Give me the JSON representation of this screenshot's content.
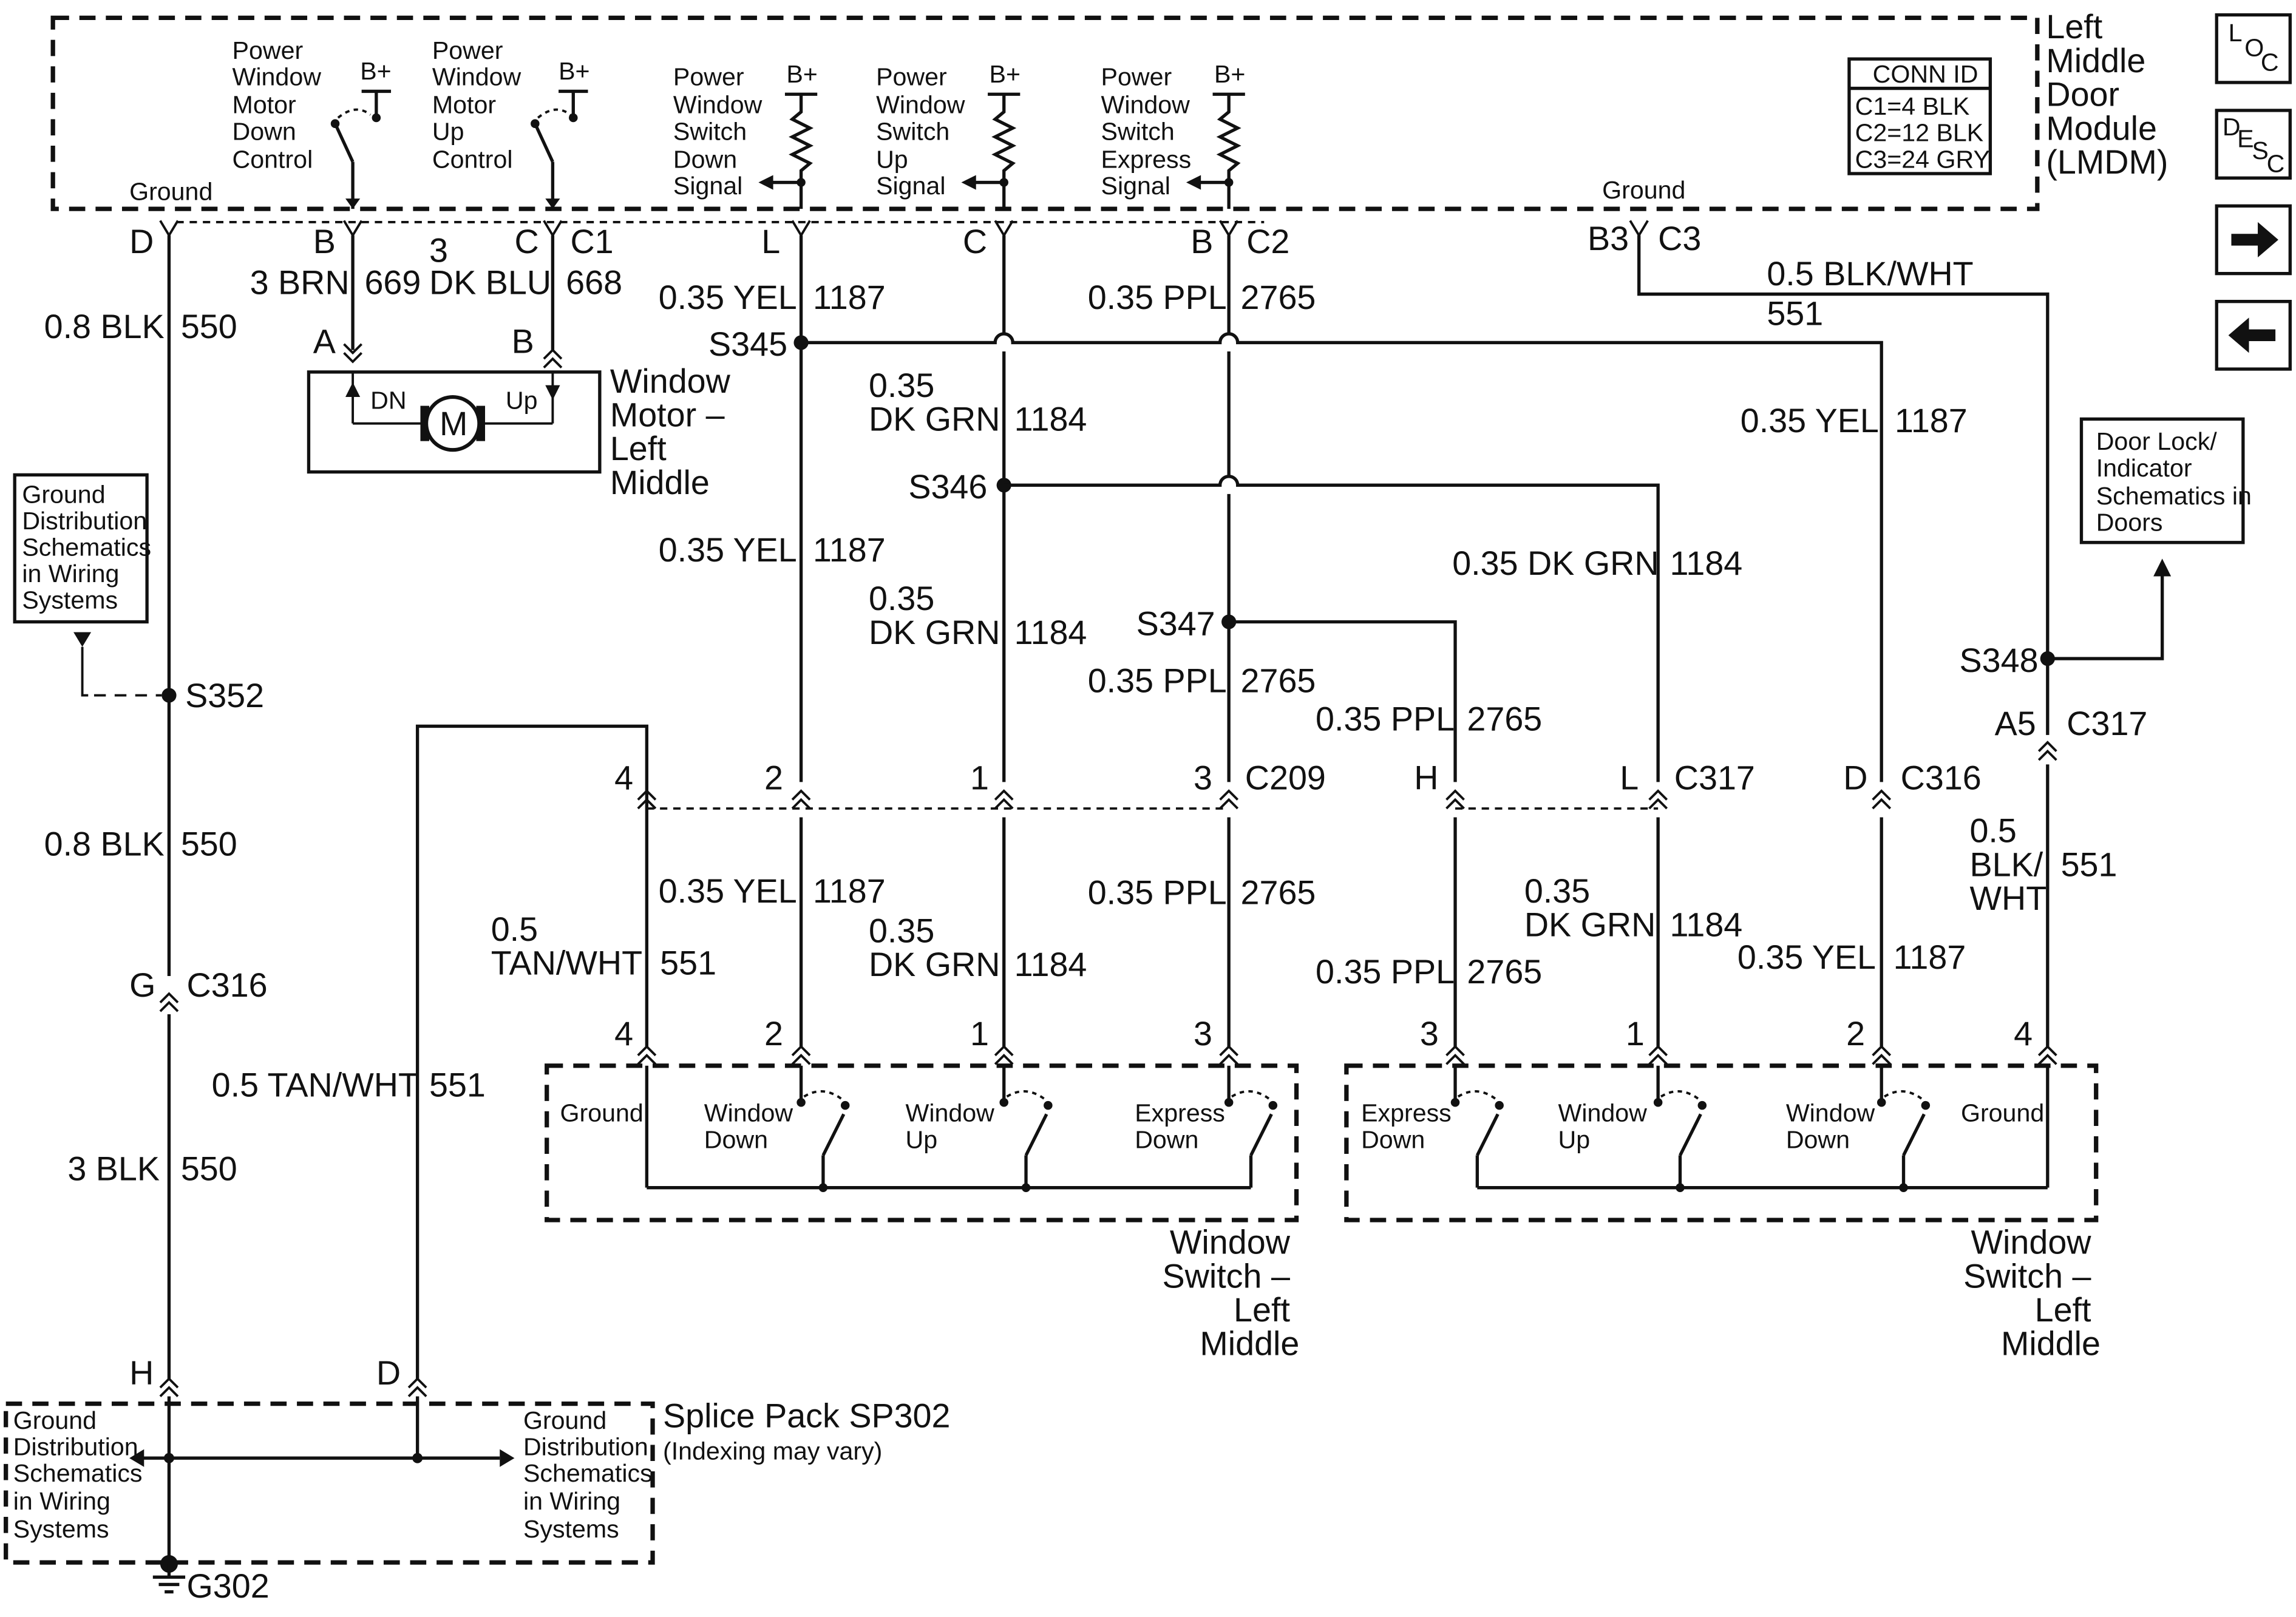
{
  "module": {
    "title": [
      "Left",
      "Middle",
      "Door",
      "Module",
      "(LMDM)"
    ]
  },
  "lmdm": {
    "motor_down_ctrl": [
      "Power",
      "Window",
      "Motor",
      "Down",
      "Control"
    ],
    "motor_up_ctrl": [
      "Power",
      "Window",
      "Motor",
      "Up",
      "Control"
    ],
    "switch_down_sig": [
      "Power",
      "Window",
      "Switch",
      "Down",
      "Signal"
    ],
    "switch_up_sig": [
      "Power",
      "Window",
      "Switch",
      "Up",
      "Signal"
    ],
    "switch_express_sig": [
      "Power",
      "Window",
      "Switch",
      "Express",
      "Signal"
    ],
    "bplus": "B+",
    "ground": "Ground"
  },
  "conn_id": {
    "header": "CONN ID",
    "rows": [
      "C1=4 BLK",
      "C2=12 BLK",
      "C3=24 GRY"
    ]
  },
  "side_icons": {
    "loc": [
      "L",
      "O",
      "C"
    ],
    "desc": [
      "D",
      "E",
      "S",
      "C"
    ],
    "right_arrow": "right-arrow",
    "left_arrow": "left-arrow"
  },
  "wires": {
    "blk550_a": [
      "0.8 BLK",
      "550"
    ],
    "blk550_b": [
      "0.8 BLK",
      "550"
    ],
    "blk550_c": [
      "3 BLK",
      "550"
    ],
    "brn669": [
      "3 BRN",
      "669"
    ],
    "dkblu668": [
      "3",
      "DK BLU",
      "668"
    ],
    "yel1187_a": [
      "0.35 YEL",
      "1187"
    ],
    "yel1187_b": [
      "0.35 YEL",
      "1187"
    ],
    "yel1187_c": [
      "0.35 YEL",
      "1187"
    ],
    "yel1187_d": [
      "0.35 YEL",
      "1187"
    ],
    "yel1187_e": [
      "0.35 YEL",
      "1187"
    ],
    "ppl2765_a": [
      "0.35 PPL",
      "2765"
    ],
    "ppl2765_b": [
      "0.35 PPL",
      "2765"
    ],
    "ppl2765_c": [
      "0.35 PPL",
      "2765"
    ],
    "ppl2765_d": [
      "0.35 PPL",
      "2765"
    ],
    "ppl2765_e": [
      "0.35 PPL",
      "2765"
    ],
    "grn1184_a": [
      "0.35",
      "DK GRN",
      "1184"
    ],
    "grn1184_b": [
      "0.35",
      "DK GRN",
      "1184"
    ],
    "grn1184_c": [
      "0.35 DK GRN",
      "1184"
    ],
    "grn1184_d": [
      "0.35",
      "DK GRN",
      "1184"
    ],
    "grn1184_e": [
      "0.35",
      "DK GRN",
      "1184"
    ],
    "blkwht551_a": [
      "0.5 BLK/WHT",
      "551"
    ],
    "blkwht551_b": [
      "0.5",
      "BLK/",
      "WHT",
      "551"
    ],
    "tanwht551_a": [
      "0.5",
      "TAN/WHT",
      "551"
    ],
    "tanwht551_b": [
      "0.5 TAN/WHT",
      "551"
    ]
  },
  "pins": {
    "D": "D",
    "B": "B",
    "C": "C",
    "C1": "C1",
    "three": "3",
    "L": "L",
    "C2": "C2",
    "B3": "B3",
    "C3": "C3",
    "A": "A",
    "Bm": "B",
    "p4": "4",
    "p2": "2",
    "p1": "1",
    "p3": "3",
    "C209": "C209",
    "H": "H",
    "L2": "L",
    "C317": "C317",
    "D2": "D",
    "C316": "C316",
    "A5": "A5",
    "C317b": "C317",
    "b4": "4",
    "b2": "2",
    "b1": "1",
    "b3": "3",
    "r3": "3",
    "r1": "1",
    "r2": "2",
    "r4": "4",
    "G": "G",
    "C316b": "C316",
    "H2": "H",
    "D3": "D"
  },
  "splices": {
    "S345": "S345",
    "S346": "S346",
    "S347": "S347",
    "S348": "S348",
    "S352": "S352"
  },
  "motor": {
    "dn": "DN",
    "up": "Up",
    "m": "M",
    "label": [
      "Window",
      "Motor –",
      "Left",
      "Middle"
    ]
  },
  "switch_left": {
    "ground": "Ground",
    "win_down": [
      "Window",
      "Down"
    ],
    "win_up": [
      "Window",
      "Up"
    ],
    "express": [
      "Express",
      "Down"
    ],
    "label": [
      "Window",
      "Switch –",
      "Left",
      "Middle"
    ]
  },
  "switch_right": {
    "express": [
      "Express",
      "Down"
    ],
    "win_up": [
      "Window",
      "Up"
    ],
    "win_down": [
      "Window",
      "Down"
    ],
    "ground": "Ground",
    "label": [
      "Window",
      "Switch –",
      "Left",
      "Middle"
    ]
  },
  "ref_boxes": {
    "ground_dist_left": [
      "Ground",
      "Distribution",
      "Schematics",
      "in Wiring",
      "Systems"
    ],
    "door_lock": [
      "Door Lock/",
      "Indicator",
      "Schematics in",
      "Doors"
    ]
  },
  "splice_pack": {
    "title": "Splice Pack SP302",
    "note": "(Indexing may vary)",
    "left_ref": [
      "Ground",
      "Distribution",
      "Schematics",
      "in Wiring",
      "Systems"
    ],
    "right_ref": [
      "Ground",
      "Distribution",
      "Schematics",
      "in Wiring",
      "Systems"
    ],
    "ground": "G302"
  }
}
